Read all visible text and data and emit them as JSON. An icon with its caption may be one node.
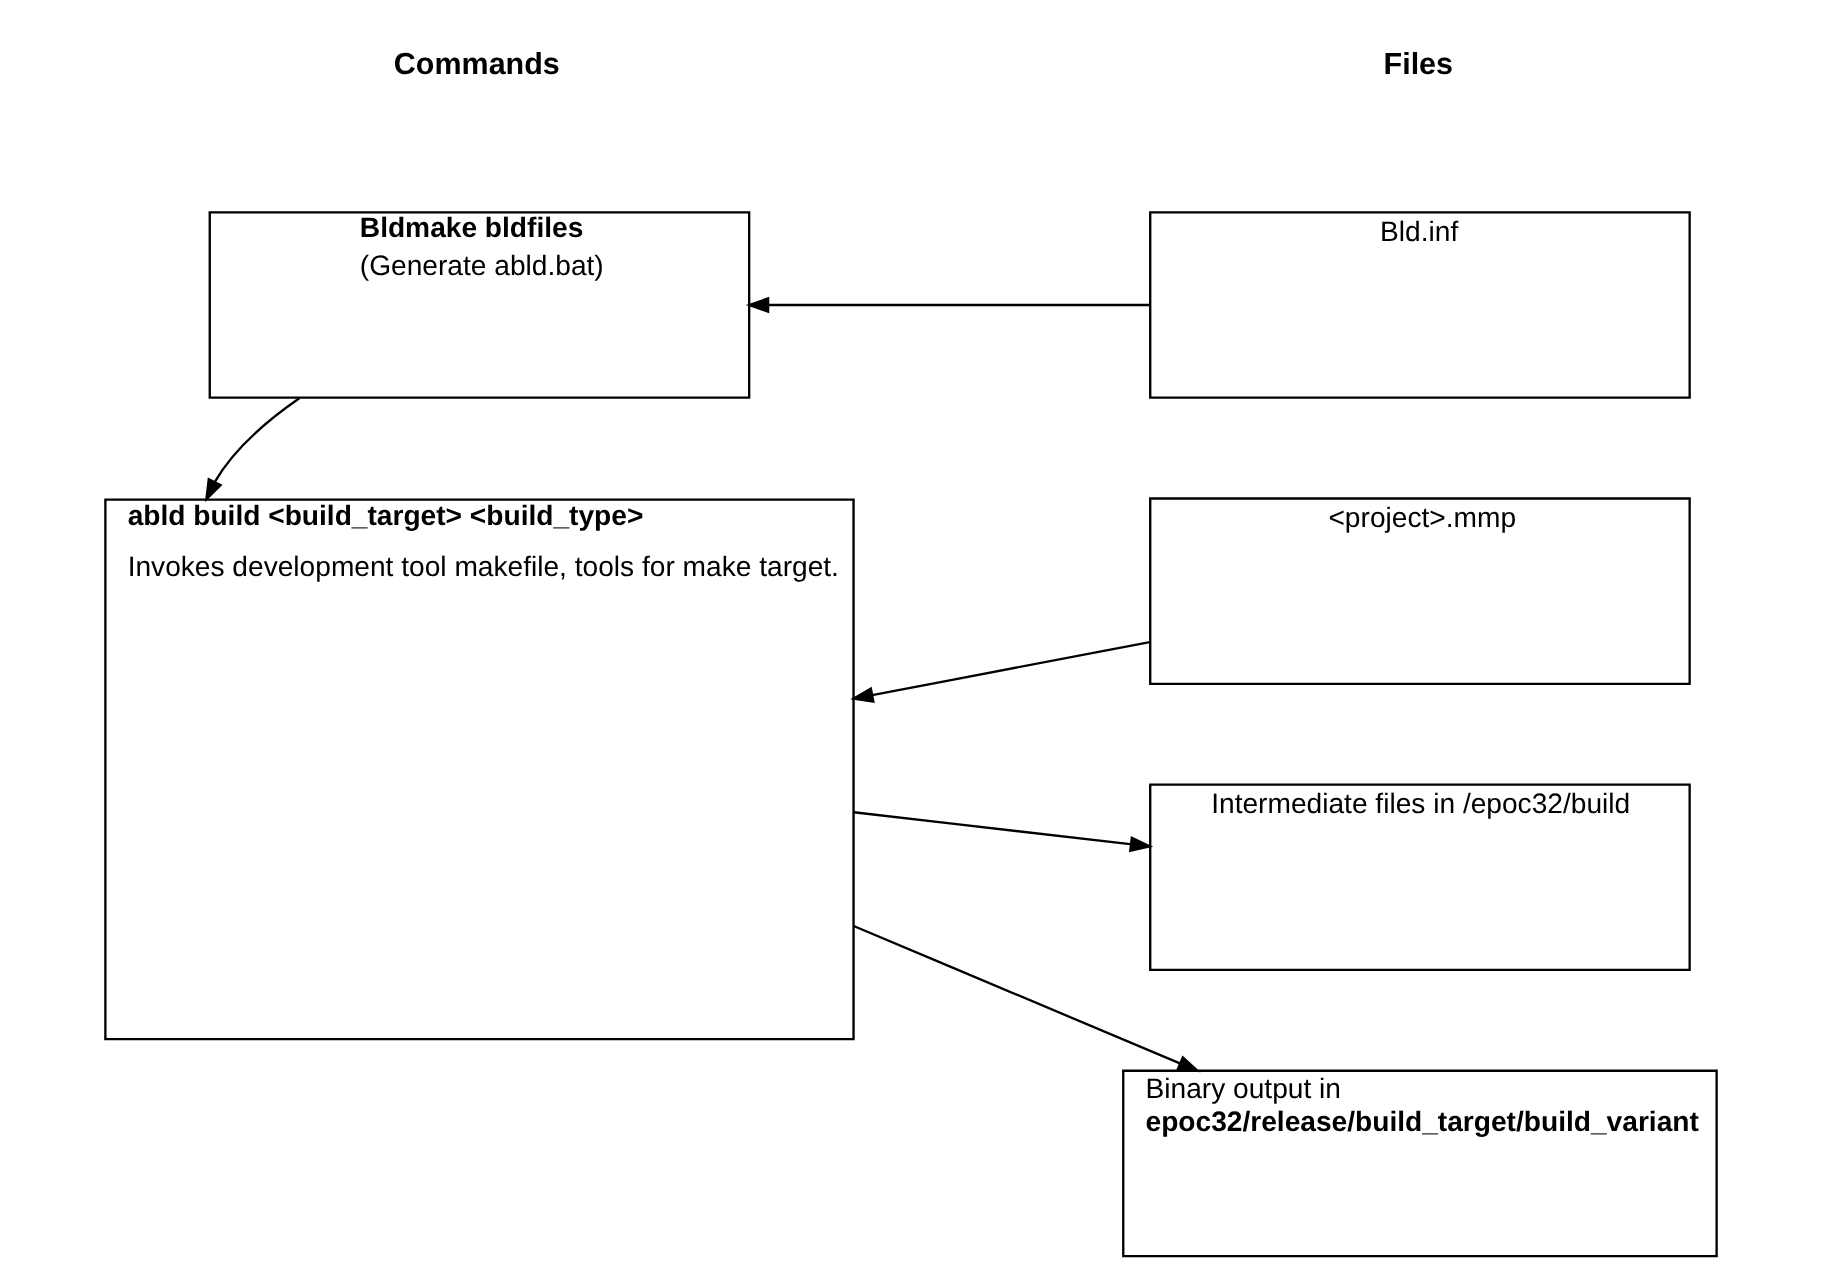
{
  "diagram": {
    "nodes": [
      {
        "text": [
          "Bldmake bldfiles",
          "(Generate abld.bat)"
        ]
      },
      {
        "text": [
          "Bld.inf"
        ]
      },
      {
        "text": [
          "abld build <build_target> <build_type>",
          "Invokes development tool makefile, tools for make target."
        ]
      },
      {
        "text": [
          "<project>.mmp"
        ]
      },
      {
        "text": [
          "Intermediate files in /epoc32/build"
        ]
      },
      {
        "text": [
          "Binary output in",
          "epoc32/release/build_target/build_variant"
        ]
      }
    ],
    "edges": [
      {
        "from": 1,
        "to": 0,
        "arrow": "to"
      },
      {
        "from": 0,
        "to": 2,
        "arrow": "to"
      },
      {
        "from": 3,
        "to": 2,
        "arrow": "to"
      },
      {
        "from": 2,
        "to": 4,
        "arrow": "to"
      },
      {
        "from": 2,
        "to": 5,
        "arrow": "to"
      }
    ],
    "labels": [
      "Commands",
      "Files"
    ]
  }
}
